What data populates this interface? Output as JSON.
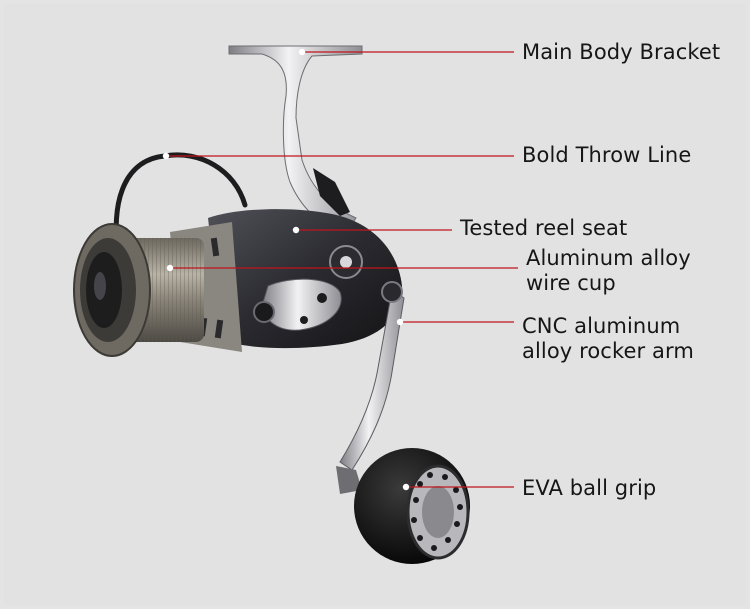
{
  "colors": {
    "background": "#e2e2e2",
    "leader_line": "#c0141c",
    "label_text": "#161616",
    "reel_dark": "#222222",
    "reel_silver": "#c8c8cc",
    "spool_bronze": "#8a8478"
  },
  "labels": {
    "main_body_bracket": "Main Body Bracket",
    "bold_throw_line": "Bold Throw Line",
    "tested_reel_seat": "Tested reel seat",
    "aluminum_cup_line1": "Aluminum alloy",
    "aluminum_cup_line2": "wire cup",
    "cnc_arm_line1": "CNC aluminum",
    "cnc_arm_line2": "alloy rocker arm",
    "eva_grip": "EVA ball grip"
  },
  "icons": {
    "product": "spinning-fishing-reel"
  }
}
